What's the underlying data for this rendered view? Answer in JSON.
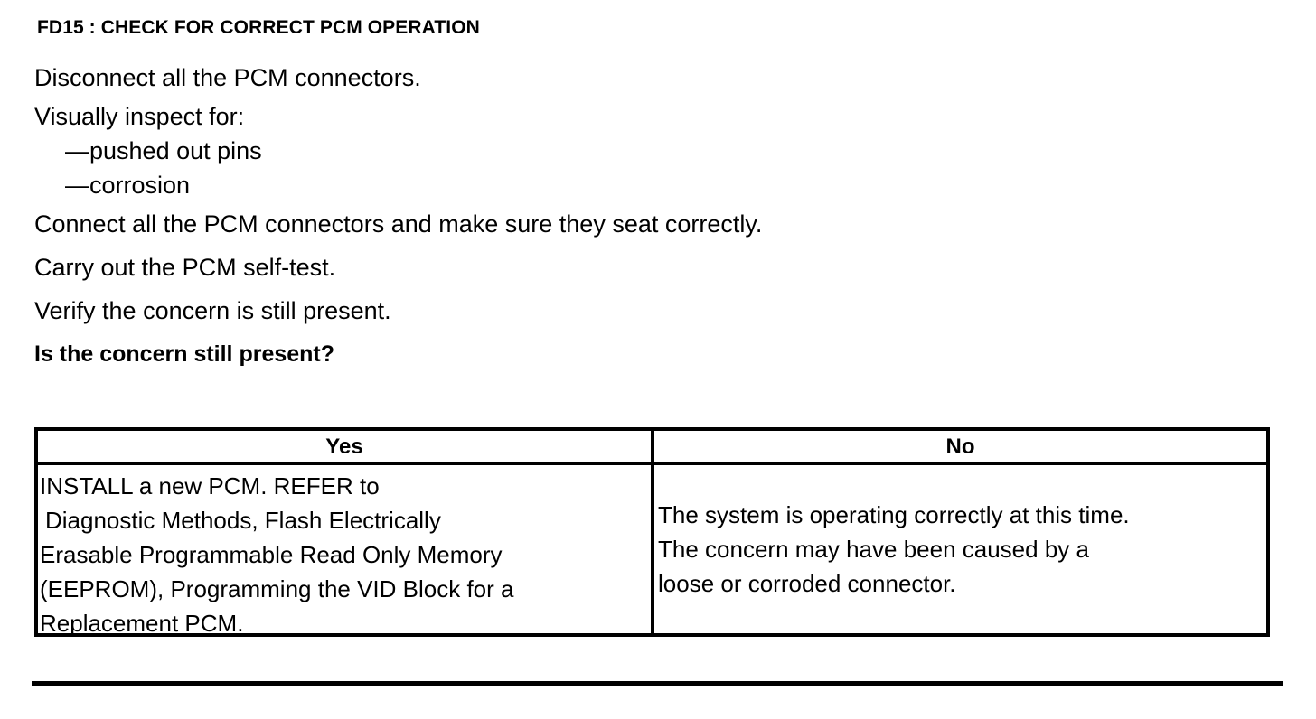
{
  "document": {
    "step_title": "FD15 : CHECK FOR CORRECT PCM OPERATION",
    "instructions": [
      "Disconnect all the PCM connectors.",
      "Visually inspect for:",
      "—pushed out pins",
      "—corrosion",
      "Connect all the PCM connectors and make sure they seat correctly.",
      "Carry out the PCM self-test.",
      "Verify the concern is still present.",
      "Is the concern still present?"
    ],
    "question": "Is the concern still present?"
  },
  "decision_table": {
    "headers": {
      "yes": "Yes",
      "no": "No"
    },
    "yes_cell": {
      "lines": [
        "INSTALL a new PCM. REFER to",
        "Diagnostic Methods, Flash Electrically",
        "Erasable Programmable Read Only Memory",
        "(EEPROM), Programming the VID Block for a",
        "Replacement PCM."
      ]
    },
    "no_cell": {
      "lines": [
        "The system is operating correctly at this time.",
        "The concern may have been caused by a",
        "loose or corroded connector."
      ]
    }
  },
  "colors": {
    "text": "#000000",
    "background": "#ffffff",
    "rule": "#000000"
  }
}
